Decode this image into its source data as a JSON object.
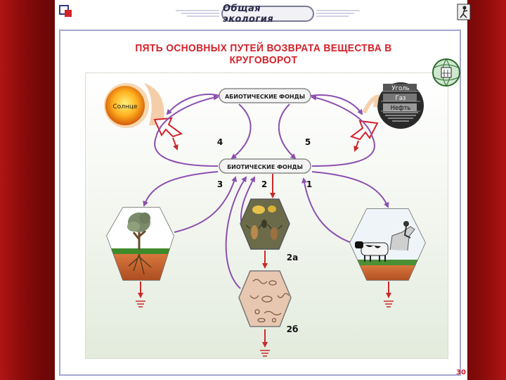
{
  "header": {
    "title": "Общая экология"
  },
  "title": "ПЯТЬ ОСНОВНЫХ ПУТЕЙ ВОЗВРАТА ВЕЩЕСТВА В КРУГОВОРОТ",
  "page_number": "30",
  "diagram": {
    "sun_label": "Солнце",
    "fossil_labels": [
      "Уголь",
      "Газ",
      "Нефть"
    ],
    "abiotic_label": "АБИОТИЧЕСКИЕ ФОНДЫ",
    "biotic_label": "БИОТИЧЕСКИЕ ФОНДЫ",
    "paths": [
      "1",
      "2",
      "2а",
      "2б",
      "3",
      "4",
      "5"
    ]
  },
  "colors": {
    "arrow": "#8b4fb0",
    "accent_red": "#d3222a",
    "frame": "#a3a7ce",
    "background_red": "#6e0707"
  }
}
